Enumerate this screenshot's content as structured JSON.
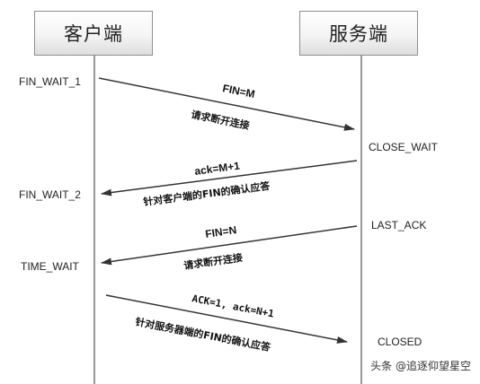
{
  "actors": {
    "client": "客户端",
    "server": "服务端"
  },
  "client_states": {
    "fin_wait_1": "FIN_WAIT_1",
    "fin_wait_2": "FIN_WAIT_2",
    "time_wait": "TIME_WAIT"
  },
  "server_states": {
    "close_wait": "CLOSE_WAIT",
    "last_ack": "LAST_ACK",
    "closed": "CLOSED"
  },
  "messages": {
    "m1": {
      "label": "FIN=M",
      "desc": "请求断开连接"
    },
    "m2": {
      "label": "ack=M+1",
      "desc": "针对客户端的FIN的确认应答"
    },
    "m3": {
      "label": "FIN=N",
      "desc": "请求断开连接"
    },
    "m4": {
      "label": "ACK=1, ack=N+1",
      "desc": "针对服务器端的FIN的确认应答"
    }
  },
  "watermark": "头条 @追逐仰望星空"
}
